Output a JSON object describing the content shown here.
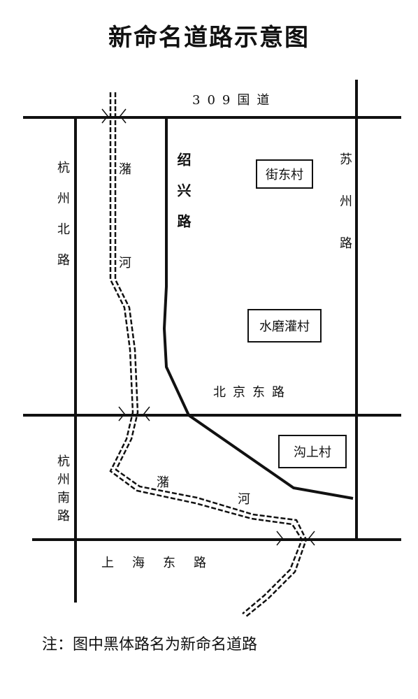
{
  "title": "新命名道路示意图",
  "roads": {
    "national_309": "309国道",
    "hangzhou_north": "杭州北路",
    "shaoxing": "绍兴路",
    "suzhou": "苏州路",
    "beijing_east": "北京东路",
    "hangzhou_south": "杭州南路",
    "shanghai_east": "上海东路"
  },
  "river": {
    "char1": "潴",
    "char2": "河"
  },
  "villages": {
    "jiedong": "街东村",
    "shuimoguan": "水磨灌村",
    "goushang": "沟上村"
  },
  "note": "注：图中黑体路名为新命名道路",
  "colors": {
    "line": "#111111",
    "background": "#ffffff"
  }
}
